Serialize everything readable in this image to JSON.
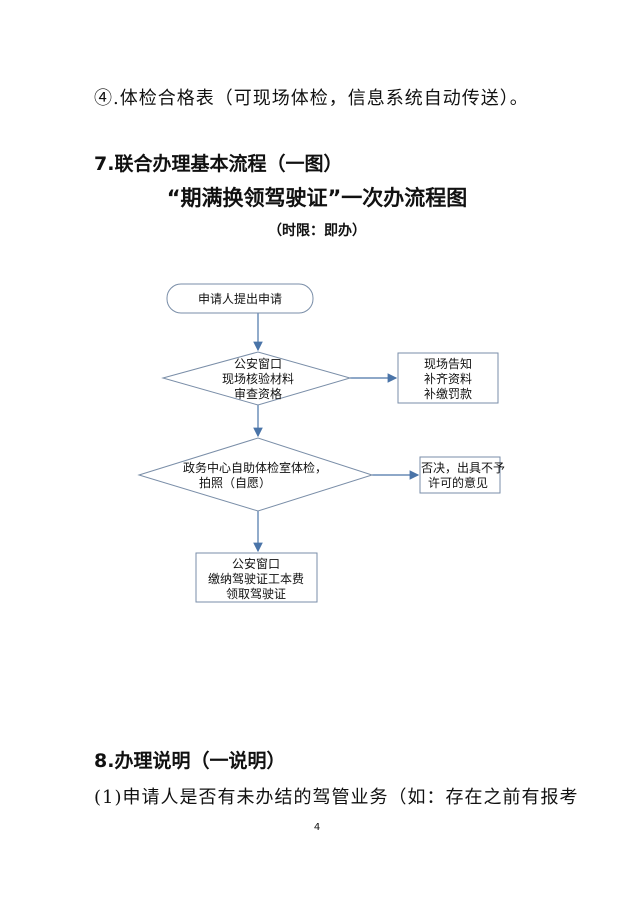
{
  "line_top": "④.体检合格表（可现场体检，信息系统自动传送）。",
  "heading7": "7.联合办理基本流程（一图）",
  "flow_title": "“期满换领驾驶证”一次办流程图",
  "flow_subtitle": "（时限：即办）",
  "flow": {
    "start": "申请人提出申请",
    "d1": [
      "公安窗口",
      "现场核验材料",
      "审查资格"
    ],
    "r1": [
      "现场告知",
      "补齐资料",
      "补缴罚款"
    ],
    "d2": [
      "政务中心自助体检室体检，",
      "拍照（自愿）"
    ],
    "r2": [
      "否决，出具不予",
      "许可的意见"
    ],
    "end": [
      "公安窗口",
      "缴纳驾驶证工本费",
      "领取驾驶证"
    ]
  },
  "heading8": "8.办理说明（一说明）",
  "line_bottom": "(1)申请人是否有未办结的驾管业务（如：存在之前有报考",
  "page_number": "4",
  "colors": {
    "line": "#4a74a8"
  }
}
